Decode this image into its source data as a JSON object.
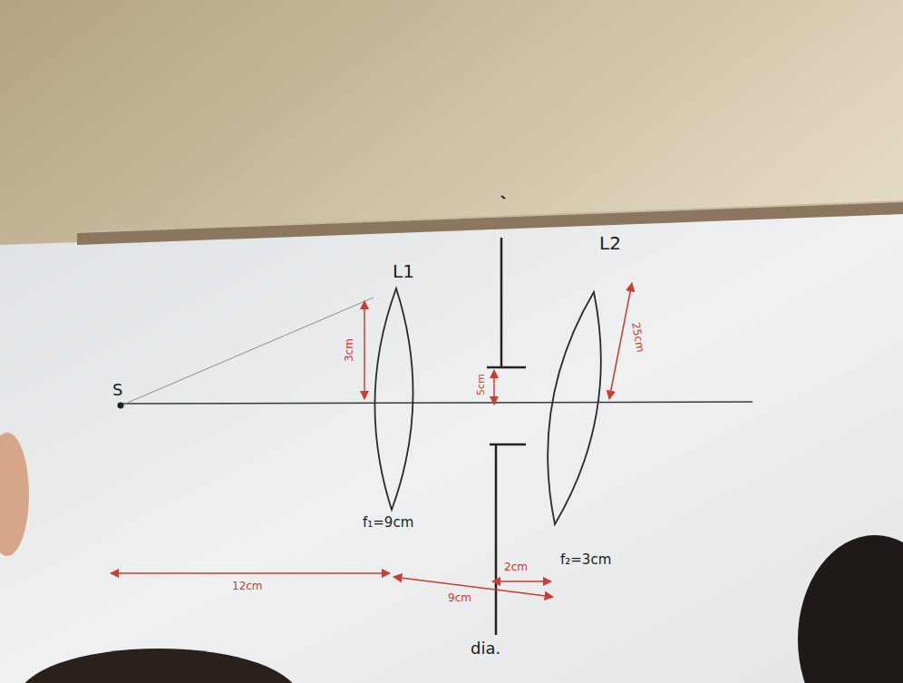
{
  "diagram": {
    "nodes": [
      {
        "text": [
          "L1",
          "f₁=9cm"
        ]
      },
      {
        "text": [
          "L2",
          "f₂=3cm"
        ]
      }
    ],
    "labels": [
      "S",
      "3cm",
      "5cm",
      "25cm",
      "12cm",
      "9cm",
      "2cm",
      "dia."
    ]
  }
}
